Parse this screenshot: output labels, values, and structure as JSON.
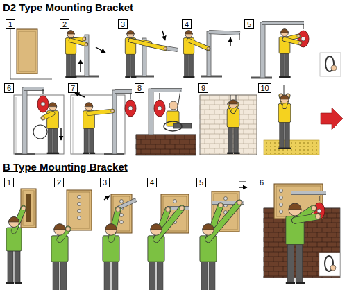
{
  "diagram": {
    "nodes": [
      {
        "text": [
          "1"
        ]
      },
      {
        "text": [
          "2"
        ]
      },
      {
        "text": [
          "3"
        ]
      },
      {
        "text": [
          "4"
        ]
      },
      {
        "text": [
          "5"
        ]
      },
      {
        "text": [
          "6"
        ]
      },
      {
        "text": [
          "7"
        ]
      },
      {
        "text": [
          "8"
        ]
      },
      {
        "text": [
          "9"
        ]
      },
      {
        "text": [
          "10"
        ]
      },
      {
        "text": [
          "1"
        ]
      },
      {
        "text": [
          "2"
        ]
      },
      {
        "text": [
          "3"
        ]
      },
      {
        "text": [
          "4"
        ]
      },
      {
        "text": [
          "5"
        ]
      },
      {
        "text": [
          "6"
        ]
      }
    ],
    "labels": [
      "D2 Type Mounting Bracket",
      "B Type Mounting Bracket"
    ]
  }
}
